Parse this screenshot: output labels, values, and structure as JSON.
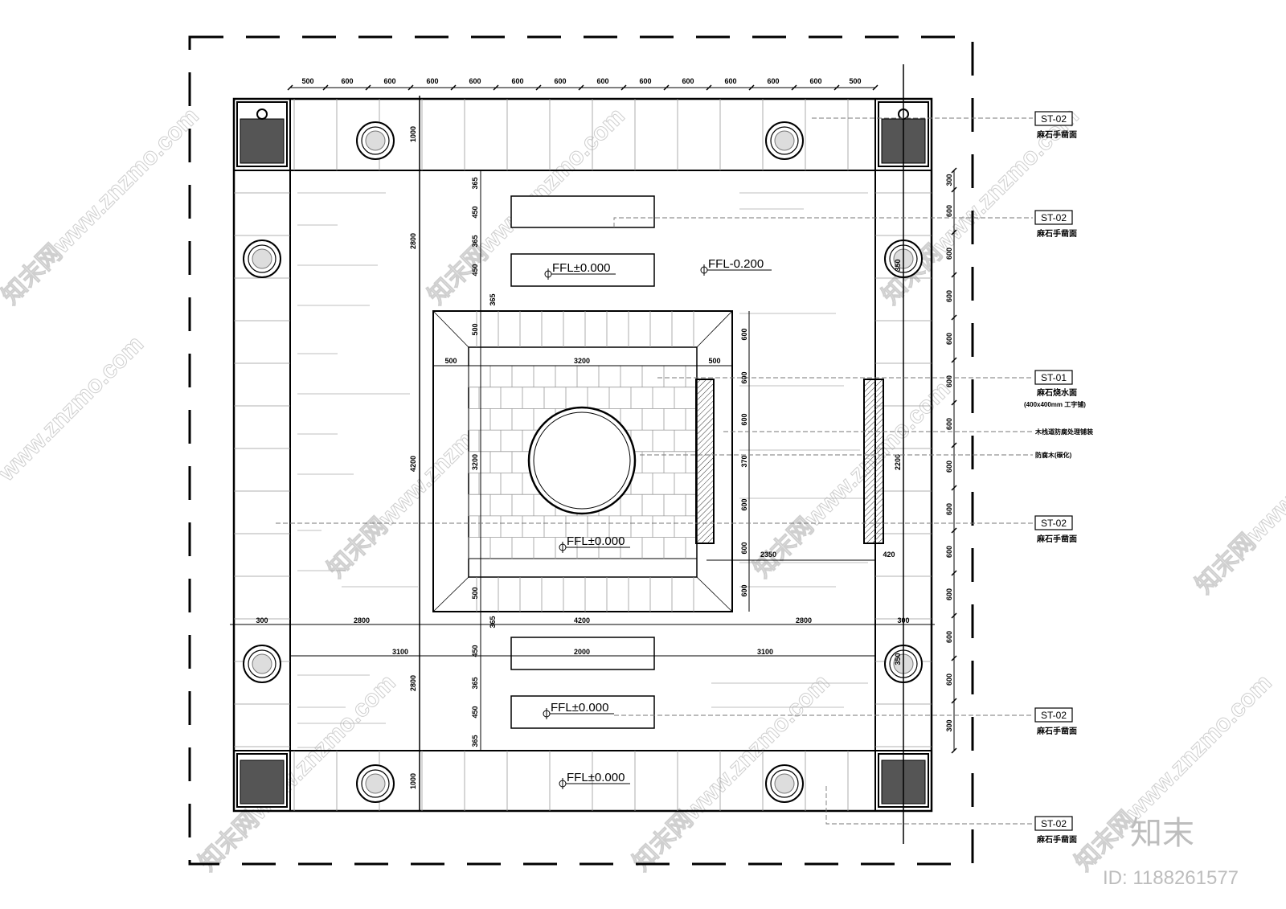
{
  "watermark": {
    "site": "www.znzmo.com",
    "cn_site": "知末网www.znzmo.com",
    "brand": "知末",
    "id_label": "ID: 1188261577"
  },
  "top_dimensions": [
    "500",
    "600",
    "600",
    "600",
    "600",
    "600",
    "600",
    "600",
    "600",
    "600",
    "600",
    "600",
    "600",
    "500"
  ],
  "level_marks": [
    "FFL±0.000",
    "FFL-0.200",
    "FFL±0.000",
    "FFL±0.000",
    "FFL±0.000"
  ],
  "inner_dimensions": {
    "top_bay": "1000",
    "left_upper": "2800",
    "left_middle": "4200",
    "left_lower": "2800",
    "left_bottom": "1000",
    "stack_upper": [
      "365",
      "450",
      "365",
      "450",
      "365"
    ],
    "stack_lower": [
      "365",
      "450",
      "365",
      "450",
      "365"
    ],
    "pool_top": "500",
    "pool_bottom": "500",
    "pool_left": "500",
    "pool_width": "3200",
    "pool_right": "500",
    "pool_height": "3200",
    "right_column": [
      "600",
      "600",
      "600",
      "370",
      "600",
      "600",
      "600"
    ],
    "right_span": "2200",
    "gap": "2350",
    "bench_width": "420",
    "mid_row": [
      "300",
      "2800",
      "4200",
      "2800",
      "300"
    ],
    "cross_row": [
      "3100",
      "2000",
      "3100"
    ],
    "right_rail": [
      "300",
      "600",
      "600",
      "600",
      "600",
      "600",
      "600",
      "600",
      "600",
      "600",
      "600",
      "600",
      "600",
      "300"
    ],
    "column_marks": [
      "350",
      "350"
    ]
  },
  "callouts": [
    {
      "code": "ST-02",
      "desc": "麻石手凿面"
    },
    {
      "code": "ST-02",
      "desc": "麻石手凿面"
    },
    {
      "code": "ST-01",
      "desc": "麻石烧水面",
      "sub": "(400x400mm 工字铺)"
    },
    {
      "code": "ST-02",
      "desc": "麻石手凿面"
    },
    {
      "code": "ST-02",
      "desc": "麻石手凿面"
    },
    {
      "code": "ST-02",
      "desc": "麻石手凿面"
    }
  ],
  "notes": [
    "木栈道防腐处理铺装",
    "防腐木(碳化)"
  ]
}
